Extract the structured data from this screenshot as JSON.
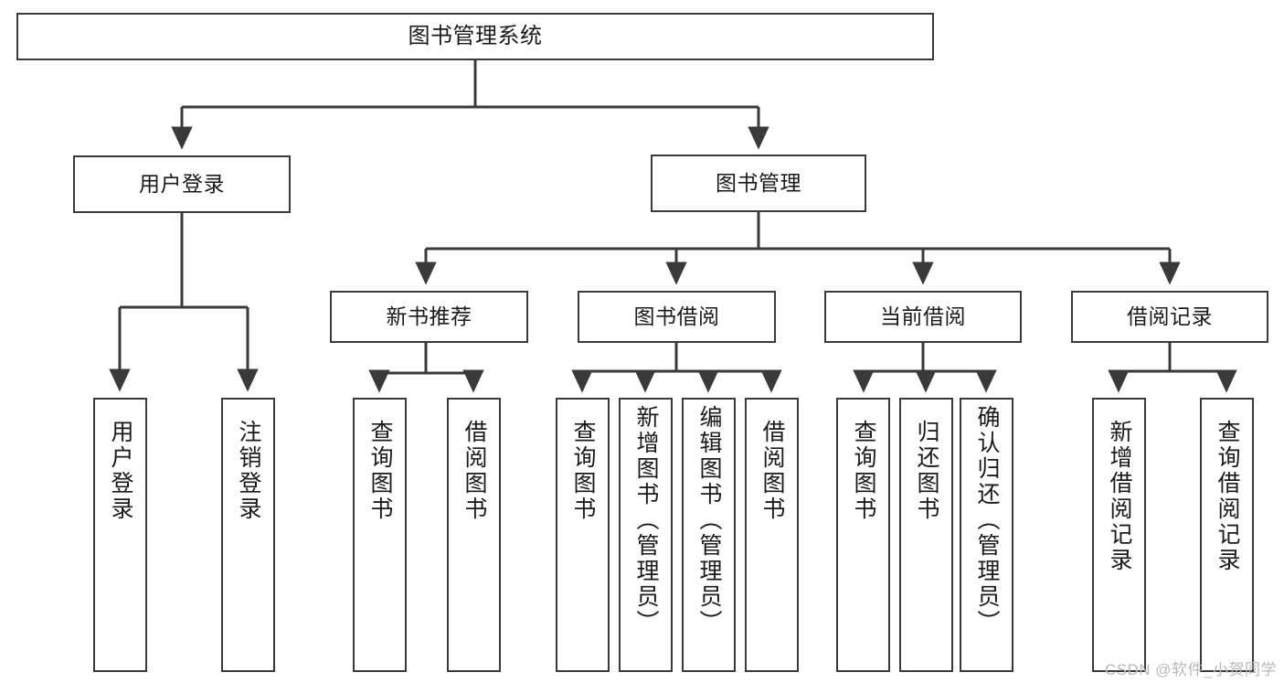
{
  "diagram": {
    "title": "图书管理系统",
    "watermark": "CSDN @软件_小贺同学",
    "stroke_color": "#3a3a3a",
    "background_color": "#ffffff",
    "text_color": "#1a1a1a",
    "watermark_color": "#b9b9b9",
    "levels": {
      "root": "图书管理系统",
      "level2": [
        "用户登录",
        "图书管理"
      ],
      "level3": [
        "新书推荐",
        "图书借阅",
        "当前借阅",
        "借阅记录"
      ]
    },
    "nodes": {
      "root": {
        "label": "图书管理系统"
      },
      "user_login": {
        "label": "用户登录"
      },
      "book_manage": {
        "label": "图书管理"
      },
      "new_book_rec": {
        "label": "新书推荐"
      },
      "book_borrow": {
        "label": "图书借阅"
      },
      "current_borrow": {
        "label": "当前借阅"
      },
      "borrow_record": {
        "label": "借阅记录"
      },
      "leaf_user_login": {
        "label": "用户登录"
      },
      "leaf_logout": {
        "label": "注销登录"
      },
      "leaf_query_book_1": {
        "label": "查询图书"
      },
      "leaf_borrow_book_1": {
        "label": "借阅图书"
      },
      "leaf_query_book_2": {
        "label": "查询图书"
      },
      "leaf_add_book": {
        "label": "新增图书（管理员）"
      },
      "leaf_edit_book": {
        "label": "编辑图书（管理员）"
      },
      "leaf_borrow_book_2": {
        "label": "借阅图书"
      },
      "leaf_query_book_3": {
        "label": "查询图书"
      },
      "leaf_return_book": {
        "label": "归还图书"
      },
      "leaf_confirm_return": {
        "label": "确认归还（管理员）"
      },
      "leaf_add_record": {
        "label": "新增借阅记录"
      },
      "leaf_query_record": {
        "label": "查询借阅记录"
      }
    }
  }
}
